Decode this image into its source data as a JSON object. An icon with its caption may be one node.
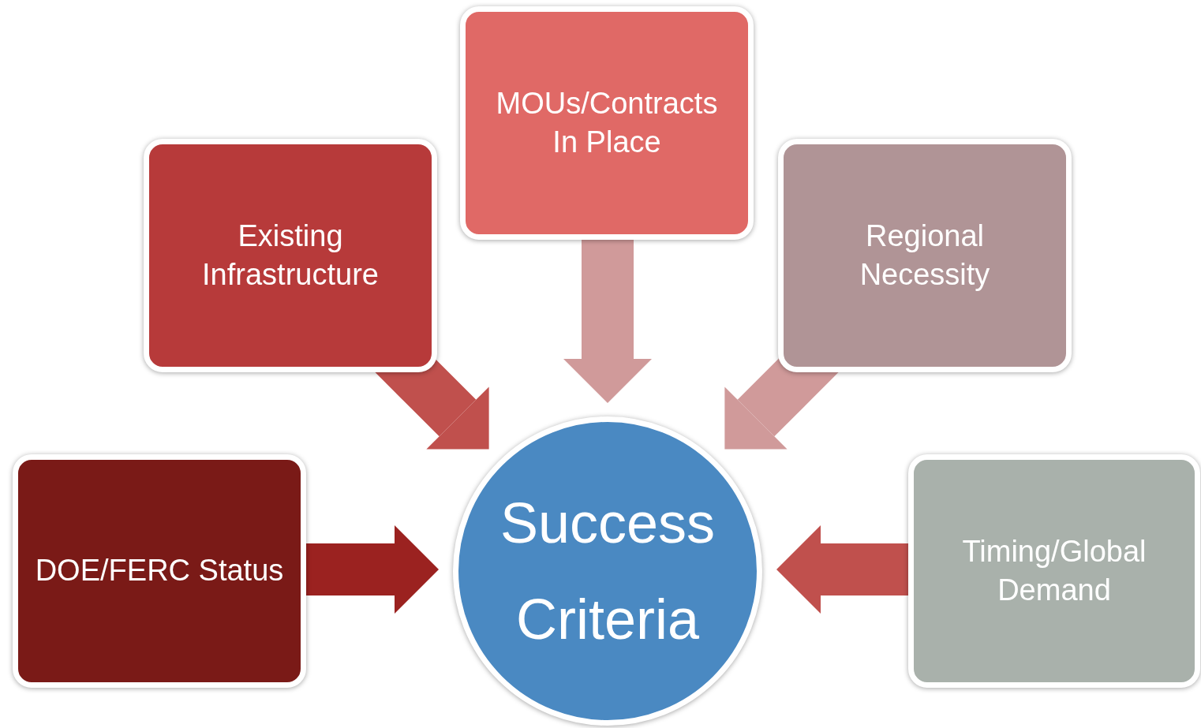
{
  "diagram": {
    "nodes": [
      {
        "text": [
          "MOUs/Contracts In Place"
        ]
      },
      {
        "text": [
          "Existing Infrastructure"
        ]
      },
      {
        "text": [
          "Regional Necessity"
        ]
      },
      {
        "text": [
          "DOE/FERC Status"
        ]
      },
      {
        "text": [
          "Success Criteria"
        ]
      },
      {
        "text": [
          "Timing/Global Demand"
        ]
      }
    ],
    "edges": [
      {
        "from": 0,
        "to": 4,
        "arrow": "to",
        "color": "#d09a9a"
      },
      {
        "from": 1,
        "to": 4,
        "arrow": "to",
        "color": "#c0504d"
      },
      {
        "from": 2,
        "to": 4,
        "arrow": "to",
        "color": "#d09a9a"
      },
      {
        "from": 3,
        "to": 4,
        "arrow": "to",
        "color": "#9b2220"
      },
      {
        "from": 5,
        "to": 4,
        "arrow": "to",
        "color": "#c0504d"
      }
    ]
  }
}
